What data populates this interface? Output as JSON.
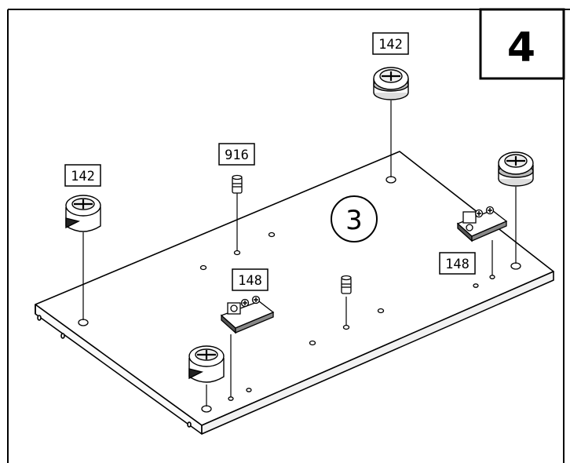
{
  "step_number": "4",
  "panel_number": "3",
  "part_labels": {
    "cam_top": "142",
    "dowel": "916",
    "cam_left": "142",
    "hinge_center": "148",
    "hinge_right": "148"
  },
  "colors": {
    "line": "#000000",
    "fill": "#ffffff",
    "shade": "#d9d9d9"
  }
}
